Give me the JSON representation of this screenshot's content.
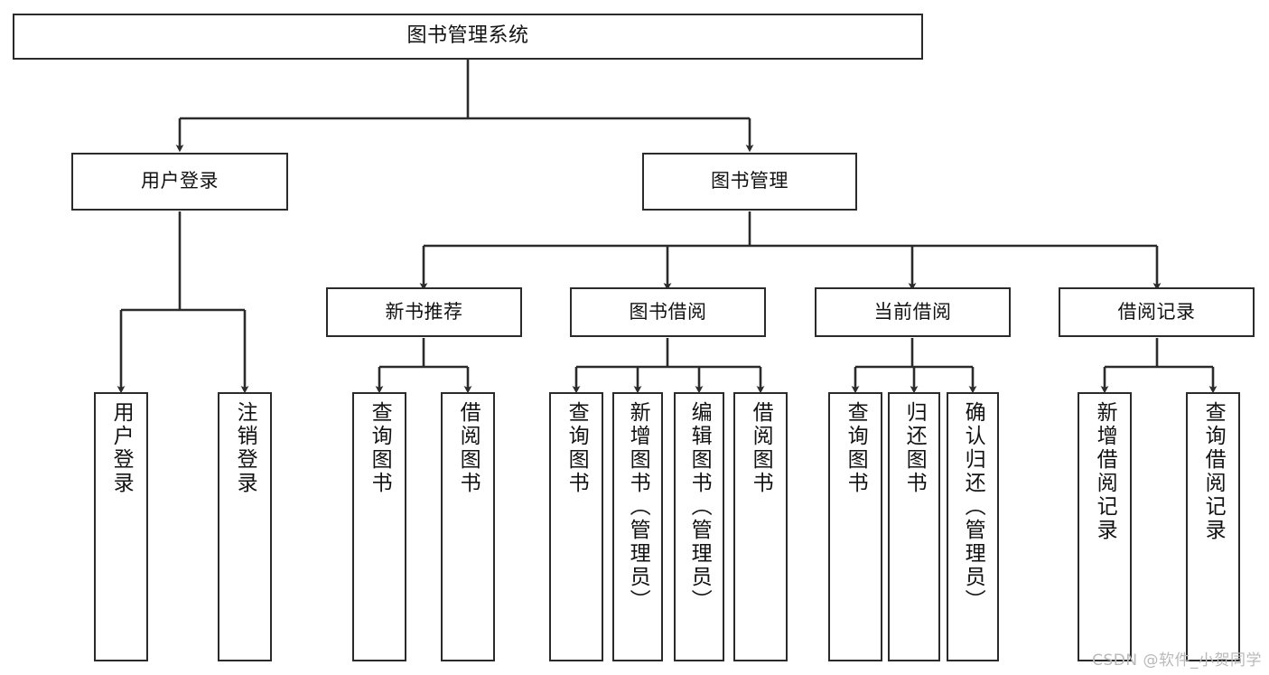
{
  "diagram": {
    "type": "tree",
    "title": "图书管理系统",
    "root": {
      "label": "图书管理系统"
    },
    "level1": [
      {
        "label": "用户登录"
      },
      {
        "label": "图书管理"
      }
    ],
    "level2": [
      {
        "label": "新书推荐"
      },
      {
        "label": "图书借阅"
      },
      {
        "label": "当前借阅"
      },
      {
        "label": "借阅记录"
      }
    ],
    "leaves": {
      "user_login": [
        {
          "label": "用户登录"
        },
        {
          "label": "注销登录"
        }
      ],
      "new_book_recommend": [
        {
          "label": "查询图书"
        },
        {
          "label": "借阅图书"
        }
      ],
      "book_borrow": [
        {
          "label": "查询图书"
        },
        {
          "label": "新增图书（管理员）"
        },
        {
          "label": "编辑图书（管理员）"
        },
        {
          "label": "借阅图书"
        }
      ],
      "current_borrow": [
        {
          "label": "查询图书"
        },
        {
          "label": "归还图书"
        },
        {
          "label": "确认归还（管理员）"
        }
      ],
      "borrow_record": [
        {
          "label": "新增借阅记录"
        },
        {
          "label": "查询借阅记录"
        }
      ]
    }
  },
  "watermark": {
    "text": "CSDN @软件_小贺同学"
  },
  "colors": {
    "stroke": "#2b2b2b",
    "fill": "#ffffff",
    "text": "#121212",
    "watermark": "#b9b9b9"
  }
}
